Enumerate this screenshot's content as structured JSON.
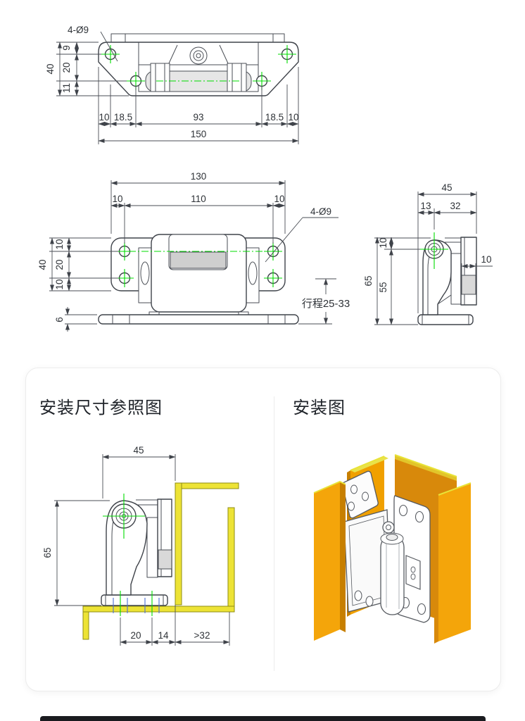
{
  "colors": {
    "line": "#3f434a",
    "dim_line": "#4a4e55",
    "centerline_green": "#00dc00",
    "bolt_blue": "#4c6fd6",
    "profile_yellow": "#ede335",
    "panel_orange": "#f4a50a",
    "panel_orange_dark": "#d8890b",
    "panel_edge_yellow": "#e8e337",
    "roller_gray": "#d9d9d9",
    "card_border": "#ececec",
    "bottom_bar": "#1a1b1f",
    "background": "#ffffff"
  },
  "top_view": {
    "callout": "4-Ø9",
    "d9": "9",
    "d20": "20",
    "d11": "11",
    "d40": "40",
    "d10l": "10",
    "d185l": "18.5",
    "d93": "93",
    "d185r": "18.5",
    "d10r": "10",
    "d150": "150"
  },
  "front_view": {
    "callout": "4-Ø9",
    "travel": "行程25-33",
    "d130": "130",
    "d10l": "10",
    "d110": "110",
    "d10r": "10",
    "dl10t": "10",
    "dl20": "20",
    "dl10b": "10",
    "dl40": "40",
    "dl6": "6"
  },
  "side_view": {
    "d45": "45",
    "d13": "13",
    "d32": "32",
    "dl10": "10",
    "dl65": "65",
    "dl55": "55",
    "dr10": "10"
  },
  "install": {
    "ref_title": "安装尺寸参照图",
    "view_title": "安装图",
    "d45": "45",
    "d65": "65",
    "d20": "20",
    "d14": "14",
    "d32": ">32"
  }
}
